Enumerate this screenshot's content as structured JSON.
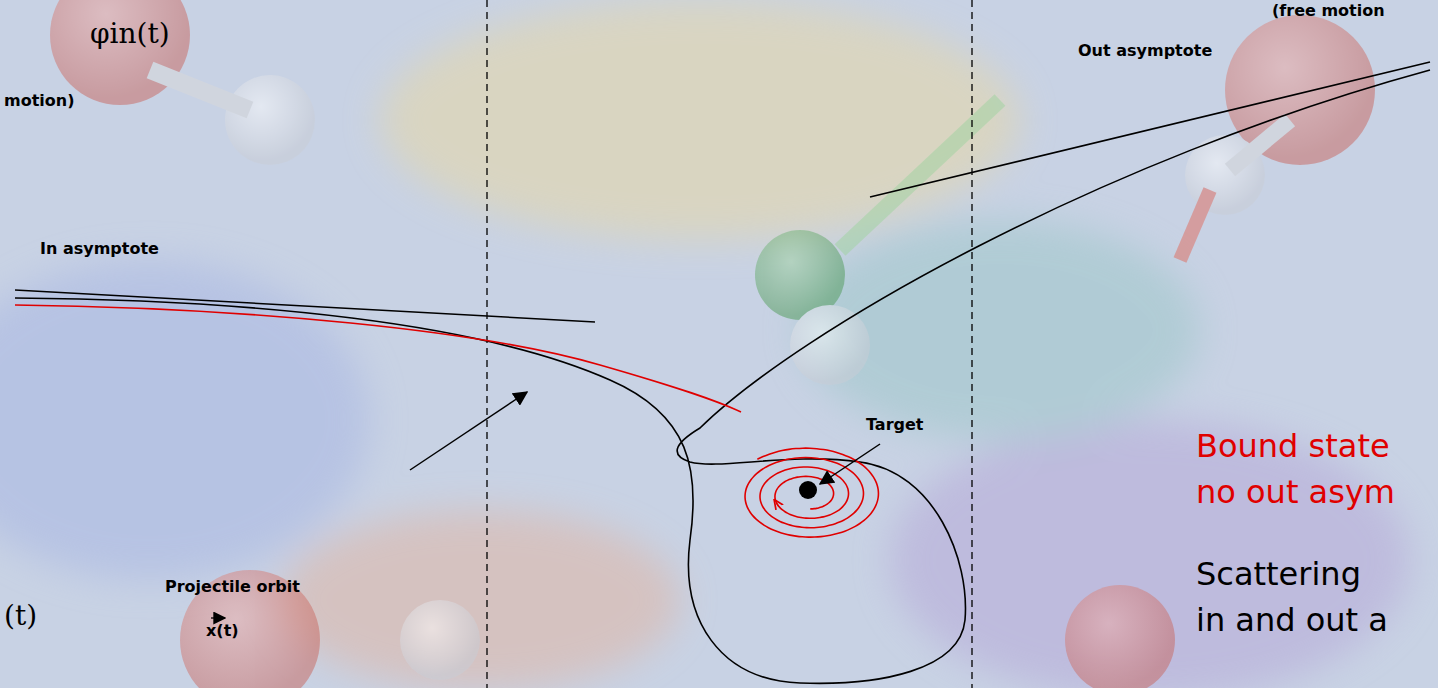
{
  "diagram": {
    "labels": [
      "φin(t)",
      "(free motion",
      "Out asymptote",
      "motion)",
      "In asymptote",
      "Target",
      "Bound state",
      "no out asym",
      "Projectile orbit",
      "Scattering",
      "(t)",
      "x(t)",
      "in and out a"
    ]
  }
}
